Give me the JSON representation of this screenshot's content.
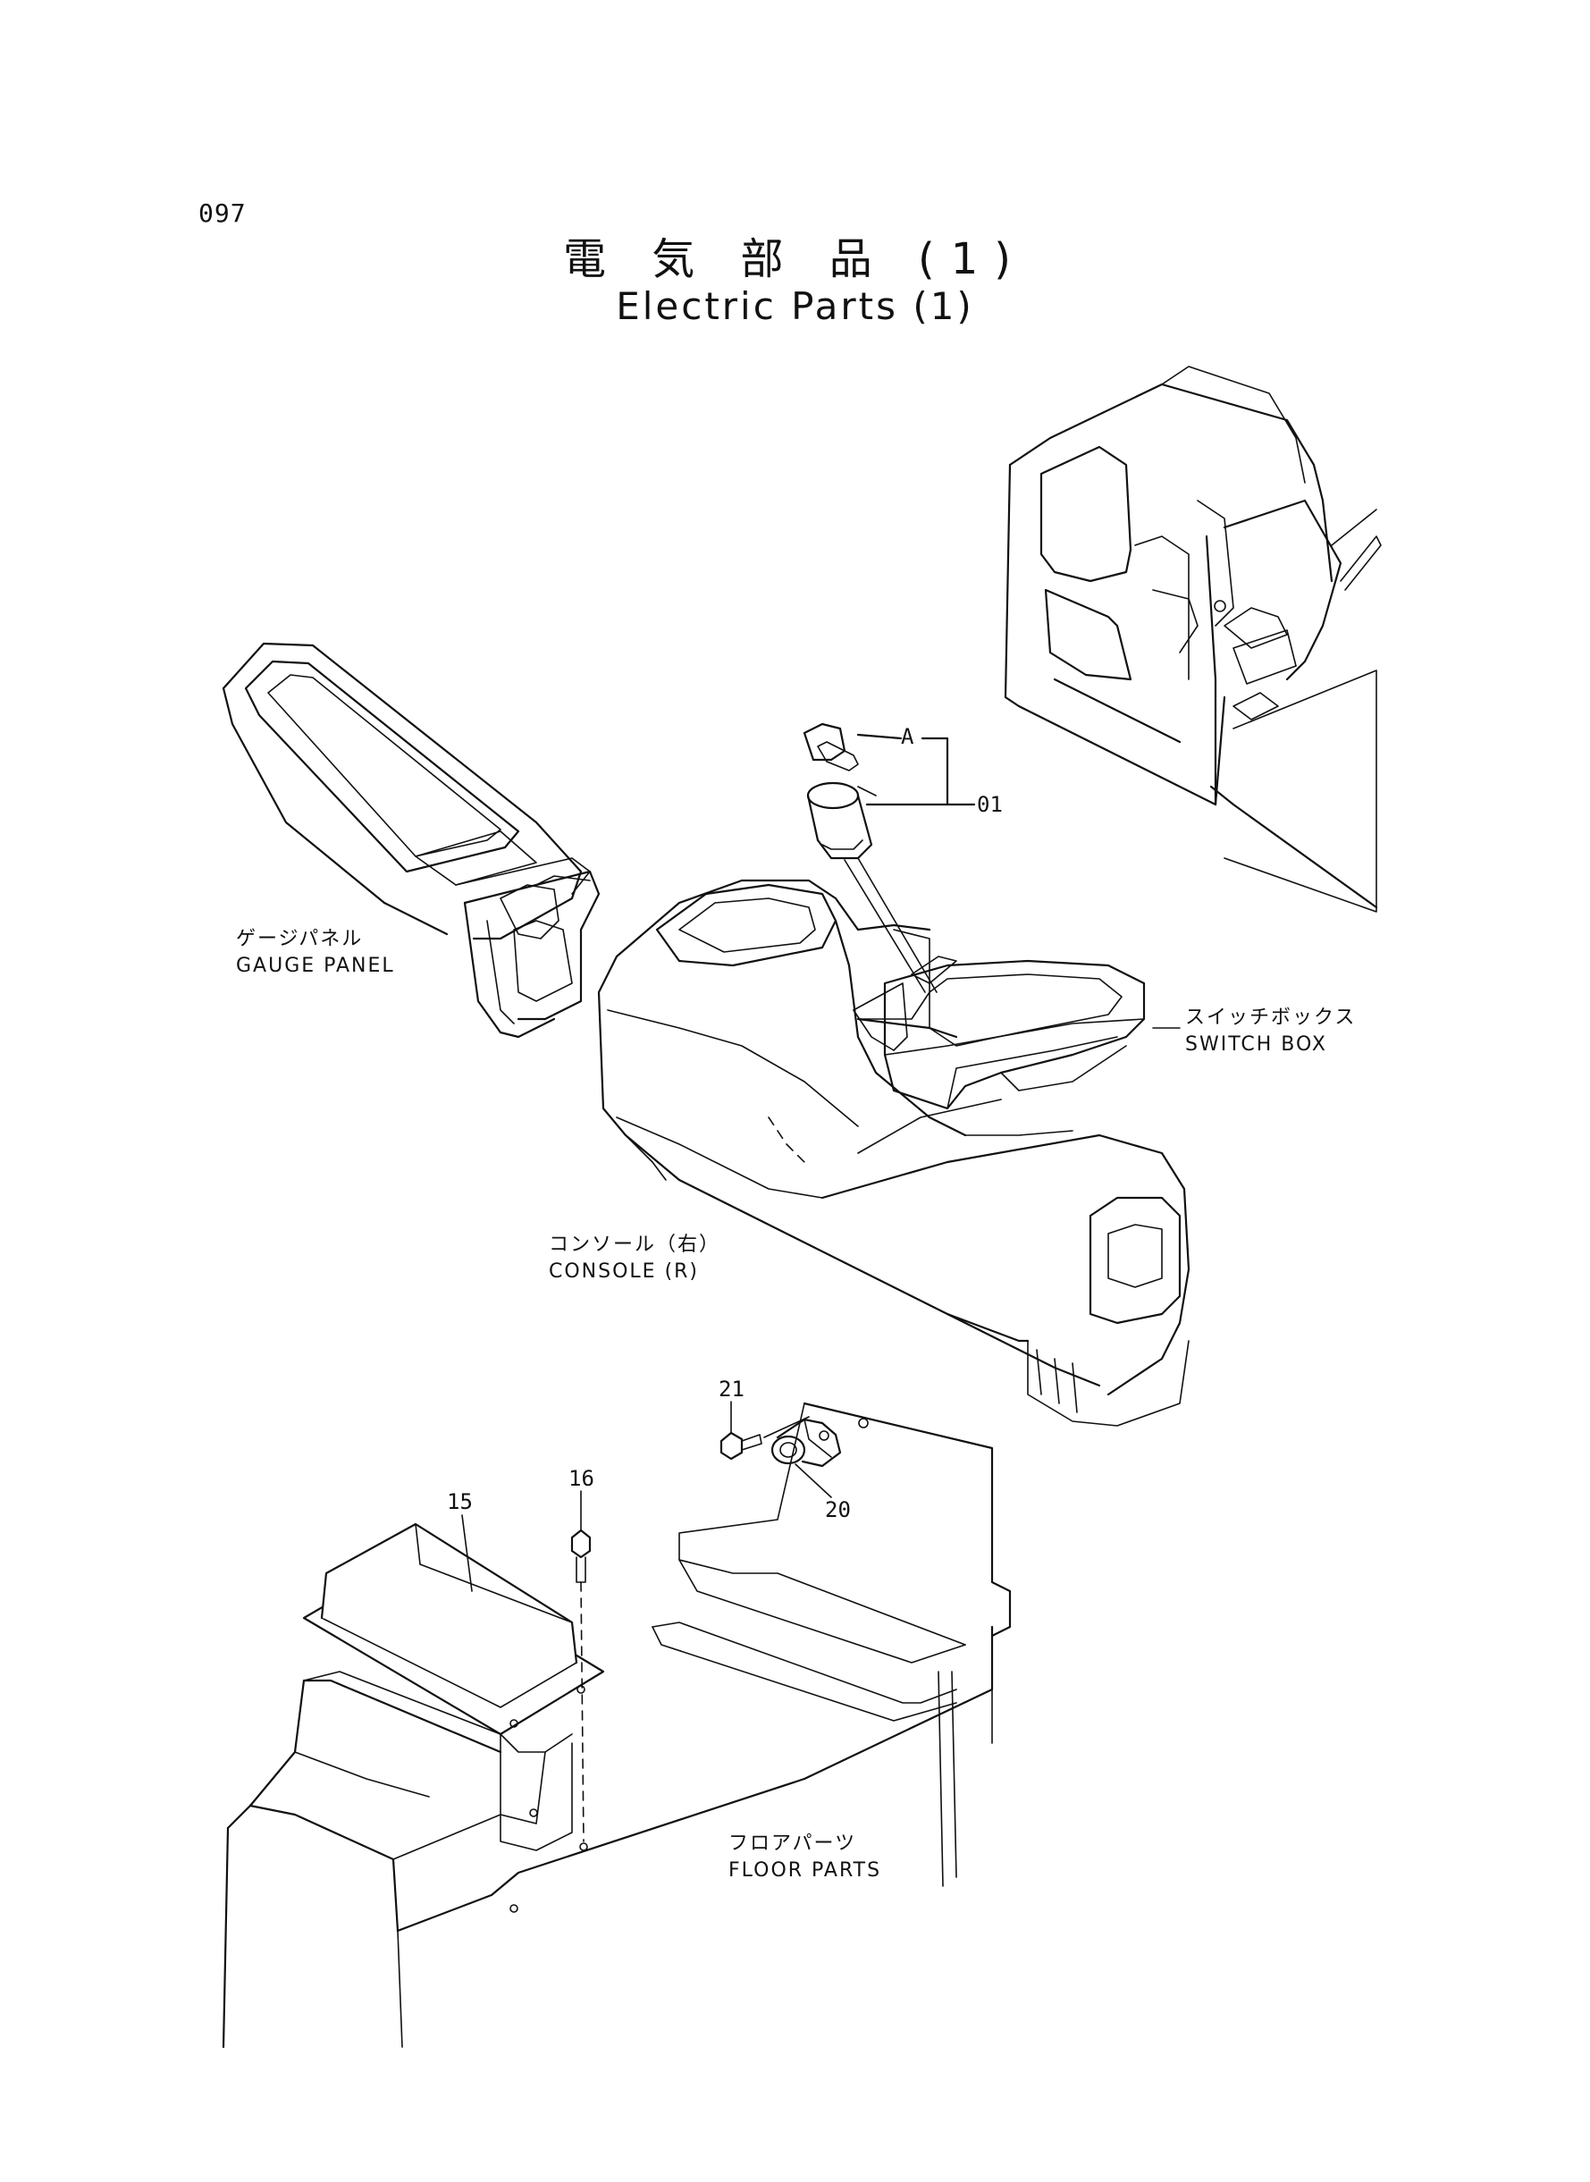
{
  "page_number": "097",
  "title": {
    "japanese": "電 気 部 品 (1)",
    "english": "Electric Parts (1)"
  },
  "labels": {
    "gauge_panel": {
      "jp": "ゲージパネル",
      "en": "GAUGE PANEL"
    },
    "switch_box": {
      "jp": "スイッチボックス",
      "en": "SWITCH BOX"
    },
    "console_r": {
      "jp": "コンソール（右）",
      "en": "CONSOLE (R)"
    },
    "floor_parts": {
      "jp": "フロアパーツ",
      "en": "FLOOR PARTS"
    }
  },
  "callouts": {
    "A": "A",
    "p01": "01",
    "p15": "15",
    "p16": "16",
    "p20": "20",
    "p21": "21"
  }
}
